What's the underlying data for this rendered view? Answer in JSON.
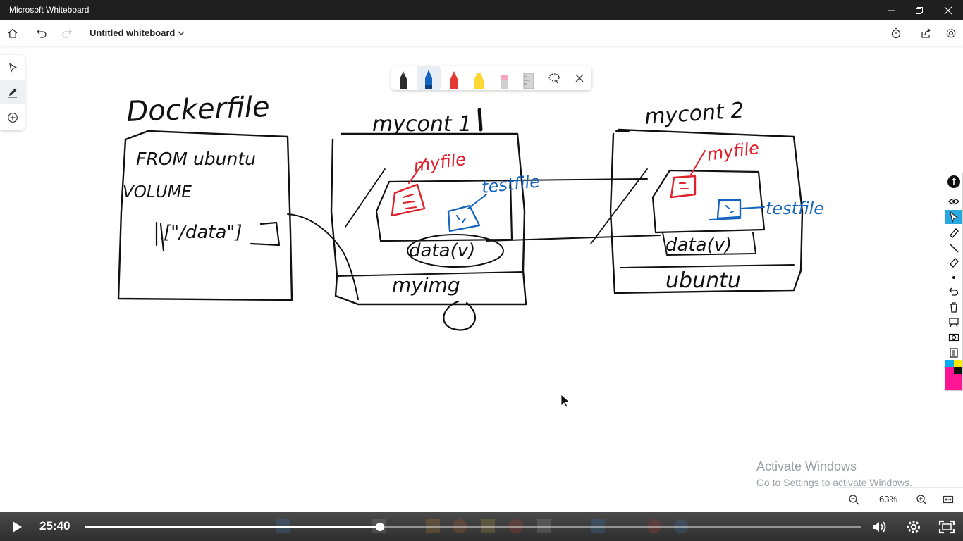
{
  "window": {
    "title": "Microsoft Whiteboard"
  },
  "appbar": {
    "board_title": "Untitled whiteboard"
  },
  "left_tools": [
    "select-tool",
    "pen-tool",
    "add-tool"
  ],
  "pen_tray": {
    "pens": [
      {
        "name": "black-pen",
        "color": "#1a1a1a"
      },
      {
        "name": "blue-pen",
        "color": "#1565c0"
      },
      {
        "name": "red-pen",
        "color": "#e53935"
      },
      {
        "name": "yellow-highlighter",
        "color": "#fdd835"
      },
      {
        "name": "eraser",
        "color": "#f4a7b9"
      },
      {
        "name": "ruler",
        "color": "#bdbdbd"
      }
    ],
    "active": "blue-pen"
  },
  "canvas_text": {
    "dockerfile": "Dockerfile",
    "from": "FROM ubuntu",
    "volume": "VOLUME",
    "volume_arg": "[\"/data\"]",
    "mycont1": "mycont 1",
    "mycont2": "mycont 2",
    "myfile_1": "myfile",
    "testfile_1": "testfile",
    "data_v_1": "data(v)",
    "myimg": "myimg",
    "myfile_2": "myfile",
    "testfile_2": "testfile",
    "data_v_2": "data(v)",
    "ubuntu": "ubuntu"
  },
  "ink_colors": {
    "black": "#111111",
    "red": "#e0202a",
    "blue": "#1565c0"
  },
  "watermark": {
    "line1": "Activate Windows",
    "line2": "Go to Settings to activate Windows."
  },
  "zoom": {
    "value": "63%"
  },
  "player": {
    "time": "25:40",
    "progress": 0.38
  }
}
